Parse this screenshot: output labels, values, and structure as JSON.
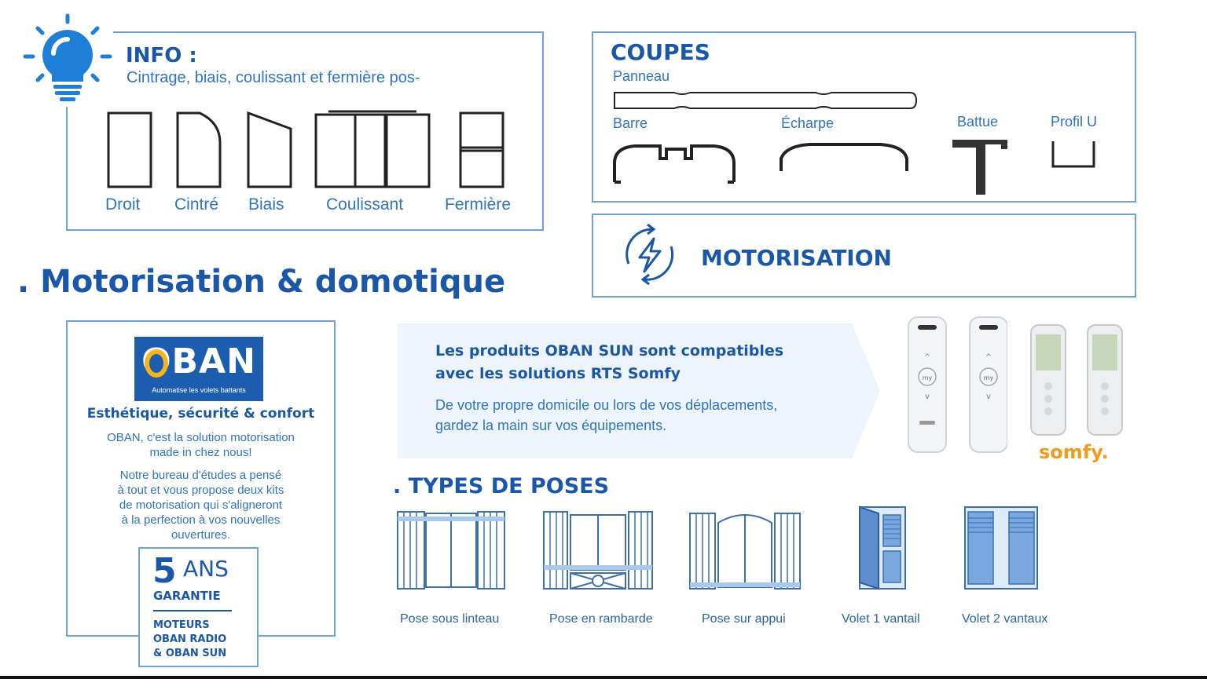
{
  "info": {
    "title": "INFO :",
    "subtitle": "Cintrage, biais, coulissant et fermière pos-",
    "shapes": [
      "Droit",
      "Cintré",
      "Biais",
      "Coulissant",
      "Fermière"
    ]
  },
  "coupes": {
    "title": "COUPES",
    "panneau": "Panneau",
    "barre": "Barre",
    "echarpe": "Écharpe",
    "battue": "Battue",
    "profil_u": "Profil U"
  },
  "motorisation_card": {
    "title": "MOTORISATION"
  },
  "section_title": ". Motorisation & domotique",
  "oban": {
    "logo_text": "OBAN",
    "logo_tagline": "Automatise les volets battants",
    "heading": "Esthétique, sécurité & confort",
    "para1": [
      "OBAN, c'est la solution motorisation",
      "made in chez nous!"
    ],
    "para2": [
      "Notre bureau d'études a pensé",
      "à tout et vous propose deux kits",
      "de motorisation qui s'aligneront",
      "à la perfection à vos nouvelles",
      "ouvertures."
    ],
    "garantie": {
      "number": "5",
      "ans": "ANS",
      "label": "GARANTIE",
      "moteurs": [
        "MOTEURS",
        "OBAN RADIO",
        "& OBAN SUN"
      ]
    }
  },
  "compat": {
    "title_lines": [
      "Les produits OBAN SUN sont compatibles",
      "avec les solutions RTS Somfy"
    ],
    "body_lines": [
      "De votre propre domicile ou lors de vos déplacements,",
      "gardez la main sur vos équipements."
    ]
  },
  "somfy_logo": "somfy.",
  "types": {
    "title": ". TYPES DE POSES",
    "items": [
      "Pose sous linteau",
      "Pose en rambarde",
      "Pose sur appui",
      "Volet 1 vantail",
      "Volet 2 vantaux"
    ]
  },
  "colors": {
    "primary": "#1a57a8",
    "light_blue": "#6ea3d8",
    "oban_bg": "#1d5db0",
    "oban_yellow": "#f3b51a",
    "somfy_orange": "#f39a1e",
    "bulb": "#1f7ed6"
  },
  "icons": [
    "lightbulb-icon",
    "energy-cycle-icon",
    "remote-control-icon"
  ]
}
